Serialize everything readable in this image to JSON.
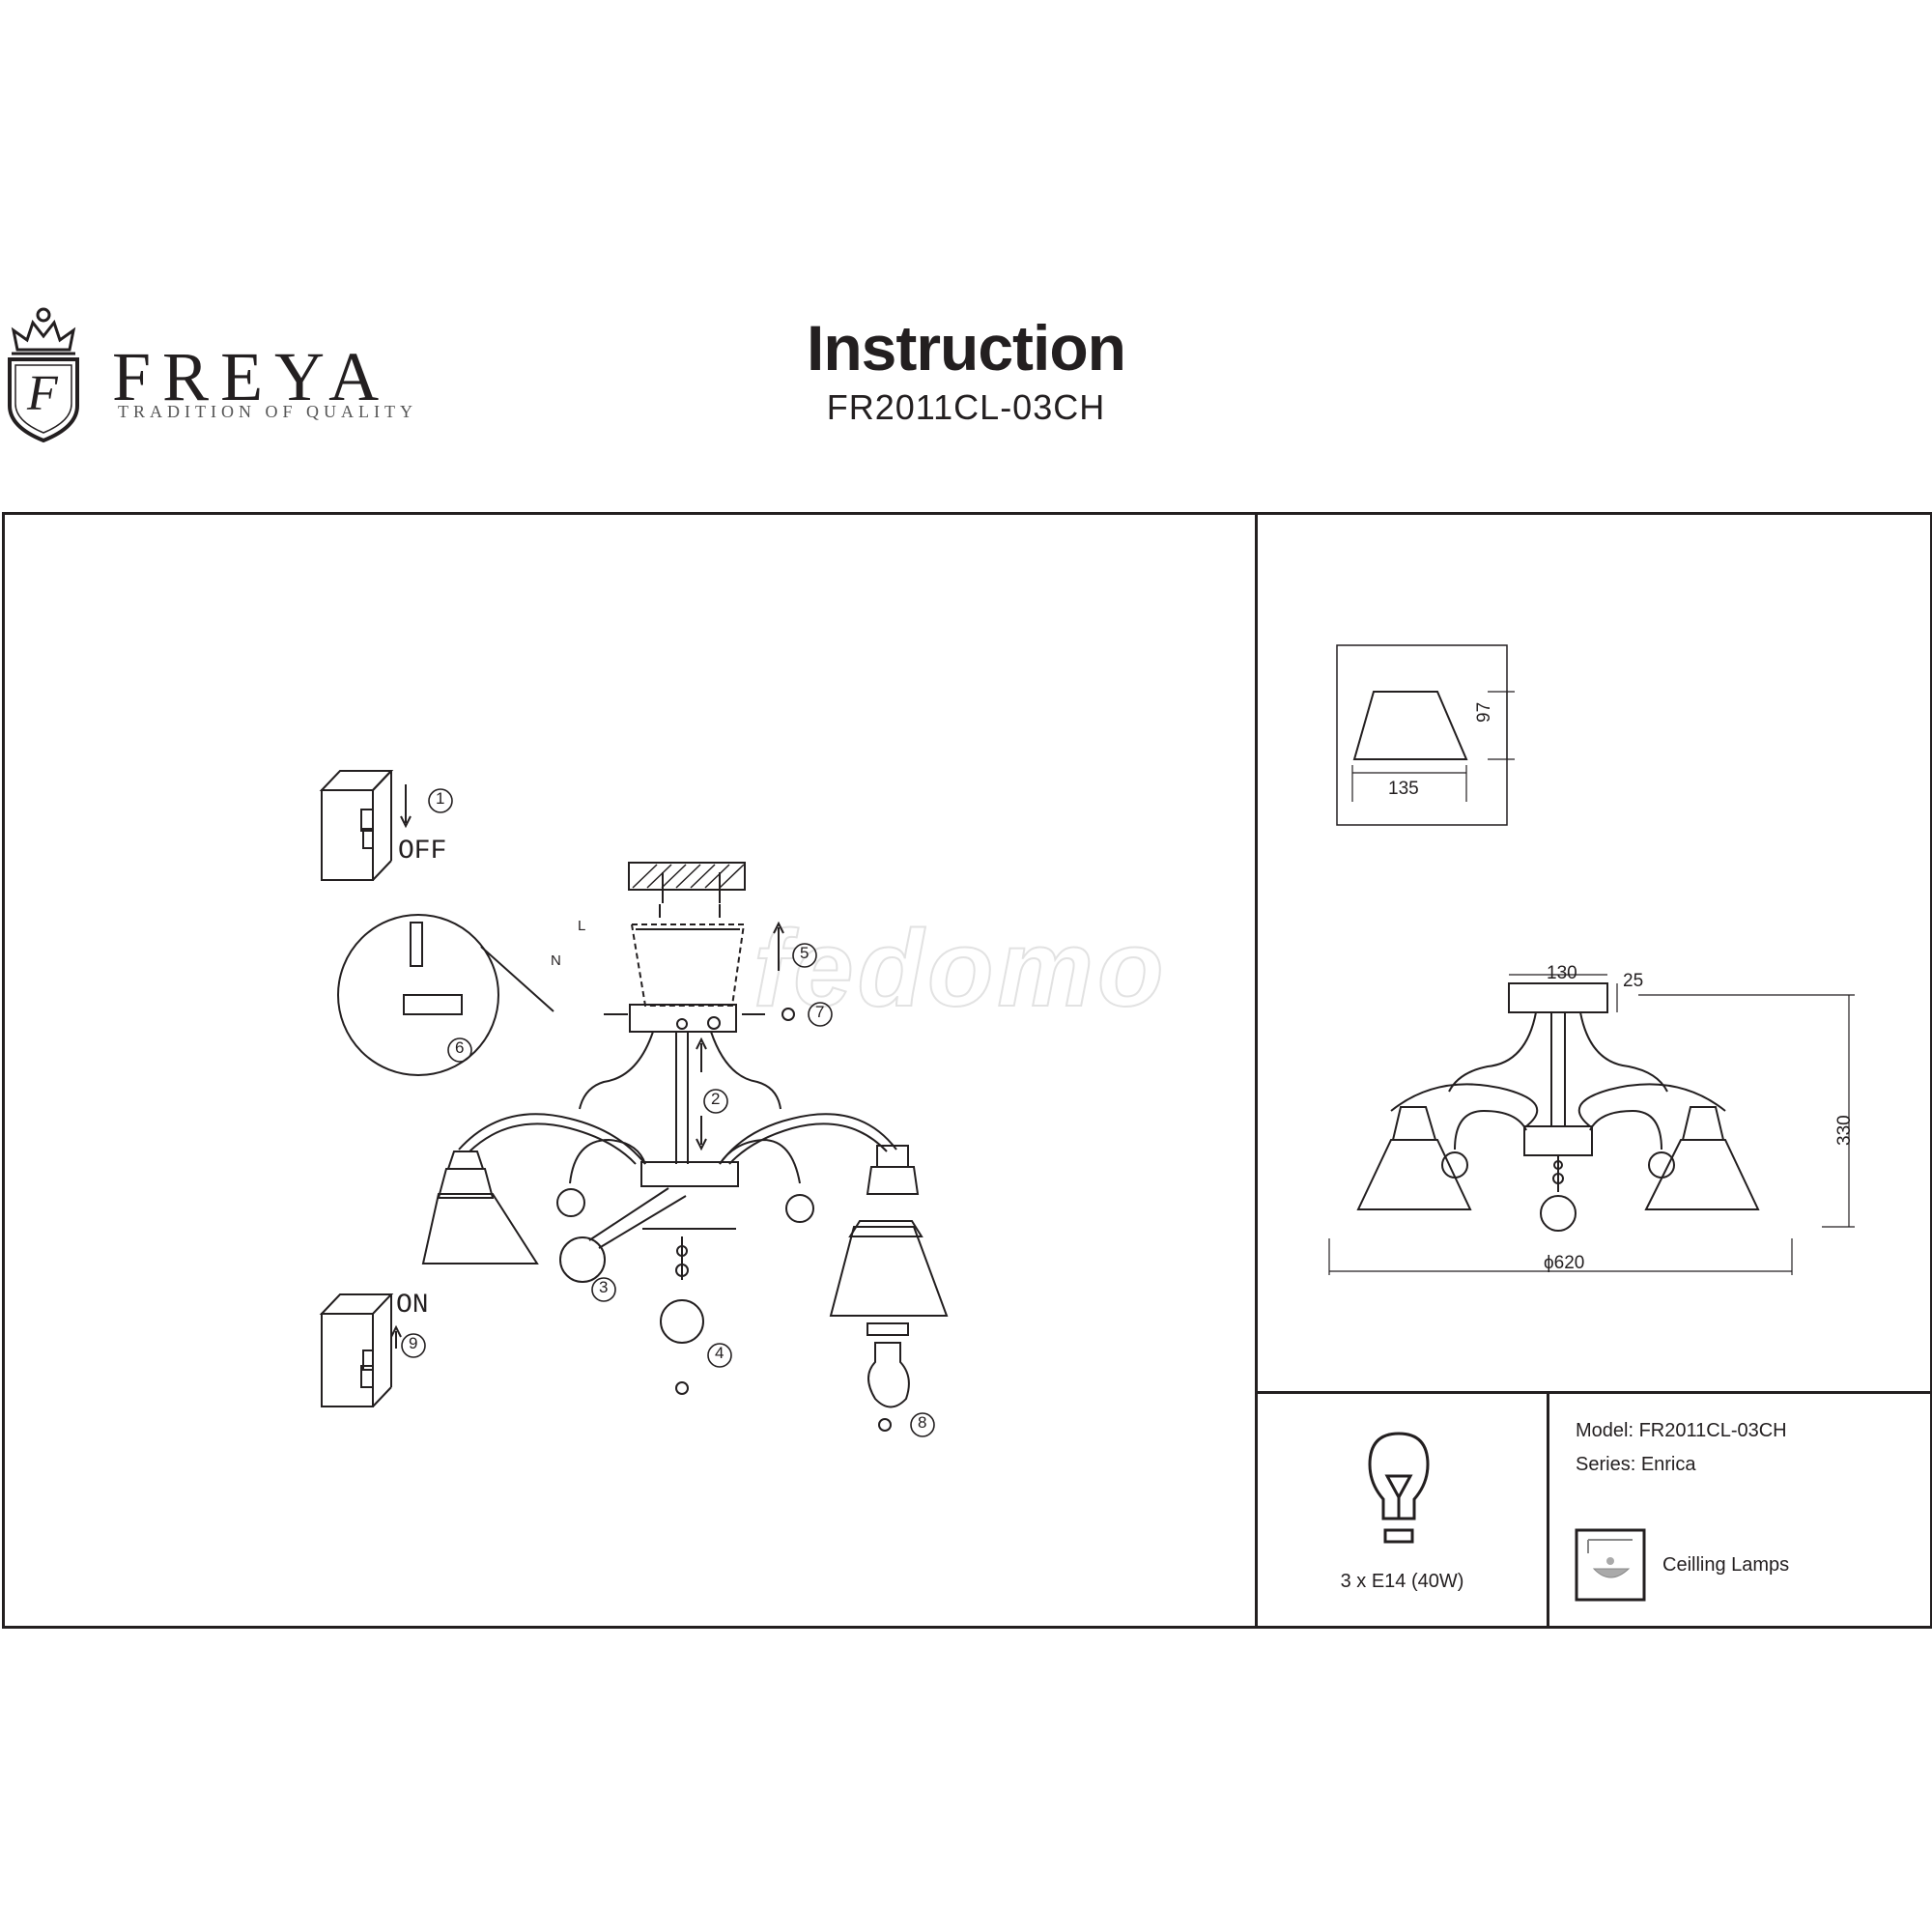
{
  "brand": {
    "name": "FREYA",
    "tagline": "TRADITION OF QUALITY",
    "logo_letter": "F"
  },
  "document": {
    "title": "Instruction",
    "model_code": "FR2011CL-03CH"
  },
  "watermark": "fedomo",
  "assembly": {
    "switch_off_label": "OFF",
    "switch_on_label": "ON",
    "wire_labels": {
      "live": "L",
      "neutral": "N"
    },
    "steps": [
      "1",
      "2",
      "3",
      "4",
      "5",
      "6",
      "7",
      "8",
      "9"
    ]
  },
  "dimensions": {
    "shade_height": "97",
    "shade_width": "135",
    "canopy_width": "130",
    "canopy_height": "25",
    "total_height": "330",
    "diameter": "ϕ620"
  },
  "bulb": {
    "spec": "3 x E14 (40W)"
  },
  "specs": {
    "model_label": "Model:",
    "model_value": "FR2011CL-03CH",
    "series_label": "Series:",
    "series_value": "Enrica",
    "type_label": "Ceilling Lamps"
  }
}
